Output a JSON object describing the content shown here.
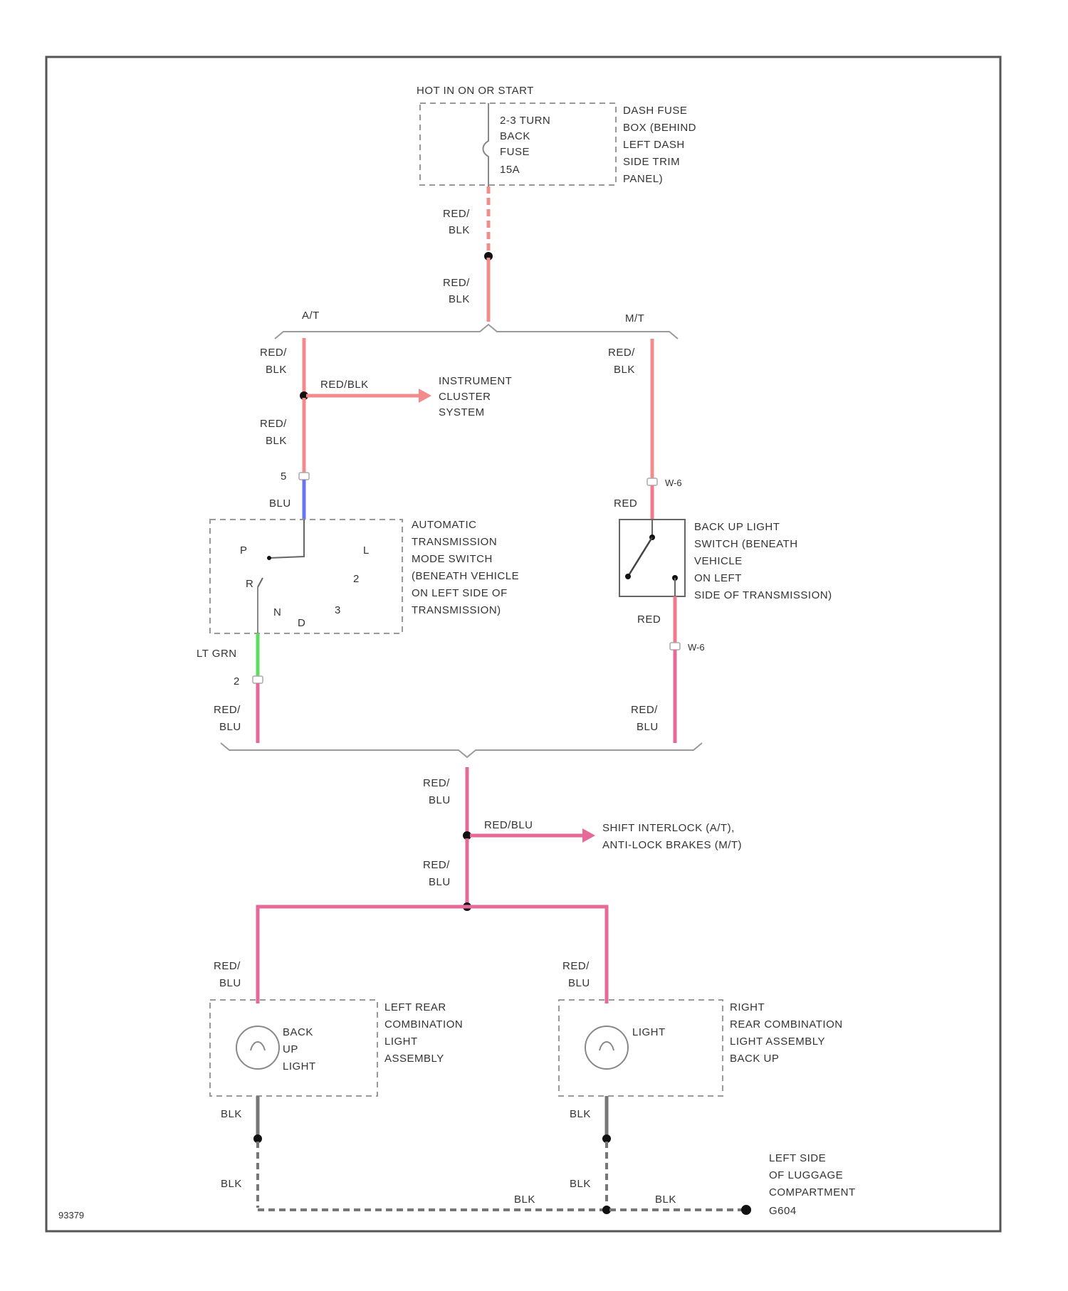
{
  "colors": {
    "red_blk": "#f28c8c",
    "red_blu": "#e56a9a",
    "blu": "#6a74f0",
    "lt_grn": "#5fdc5f",
    "red": "#f07a8a",
    "blk": "#777777",
    "frame": "#555555"
  },
  "labels": {
    "hot_in": "HOT IN ON OR START",
    "fuse_lines": [
      "2-3 TURN",
      "BACK",
      "FUSE",
      "15A"
    ],
    "fuse_box_lines": [
      "DASH FUSE",
      "BOX (BEHIND",
      "LEFT DASH",
      "SIDE TRIM",
      "PANEL)"
    ],
    "red_blk": [
      "RED/",
      "BLK"
    ],
    "red_blu": [
      "RED/",
      "BLU"
    ],
    "at": "A/T",
    "mt": "M/T",
    "red_blk_inline": "RED/BLK",
    "instrument_lines": [
      "INSTRUMENT",
      "CLUSTER",
      "SYSTEM"
    ],
    "pin_5": "5",
    "blu": "BLU",
    "trans_switch_lines": [
      "AUTOMATIC",
      "TRANSMISSION",
      "MODE SWITCH",
      "(BENEATH VEHICLE",
      "ON LEFT SIDE OF",
      "TRANSMISSION)"
    ],
    "switch_p": "P",
    "switch_r": "R",
    "switch_n": "N",
    "switch_d": "D",
    "switch_l": "L",
    "switch_2": "2",
    "switch_3": "3",
    "lt_grn": "LT GRN",
    "pin_2": "2",
    "conn_1": "W-6",
    "red": "RED",
    "backup_switch_lines": [
      "BACK UP LIGHT",
      "SWITCH (BENEATH",
      "VEHICLE",
      "ON LEFT",
      "SIDE OF TRANSMISSION)"
    ],
    "conn_2": "W-6",
    "red_blu_inline": "RED/BLU",
    "interlock_lines": [
      "SHIFT INTERLOCK (A/T),",
      "ANTI-LOCK BRAKES (M/T)"
    ],
    "left_lamp_label": [
      "BACK",
      "UP",
      "LIGHT"
    ],
    "left_rear_lines": [
      "LEFT REAR",
      "COMBINATION",
      "LIGHT",
      "ASSEMBLY"
    ],
    "right_lamp_label": "LIGHT",
    "right_rear_lines": [
      "RIGHT",
      "REAR COMBINATION",
      "LIGHT ASSEMBLY",
      "BACK UP"
    ],
    "blk": "BLK",
    "ground_lines": [
      "LEFT SIDE",
      "OF LUGGAGE",
      "COMPARTMENT",
      "G604"
    ],
    "figure_id": "93379"
  }
}
